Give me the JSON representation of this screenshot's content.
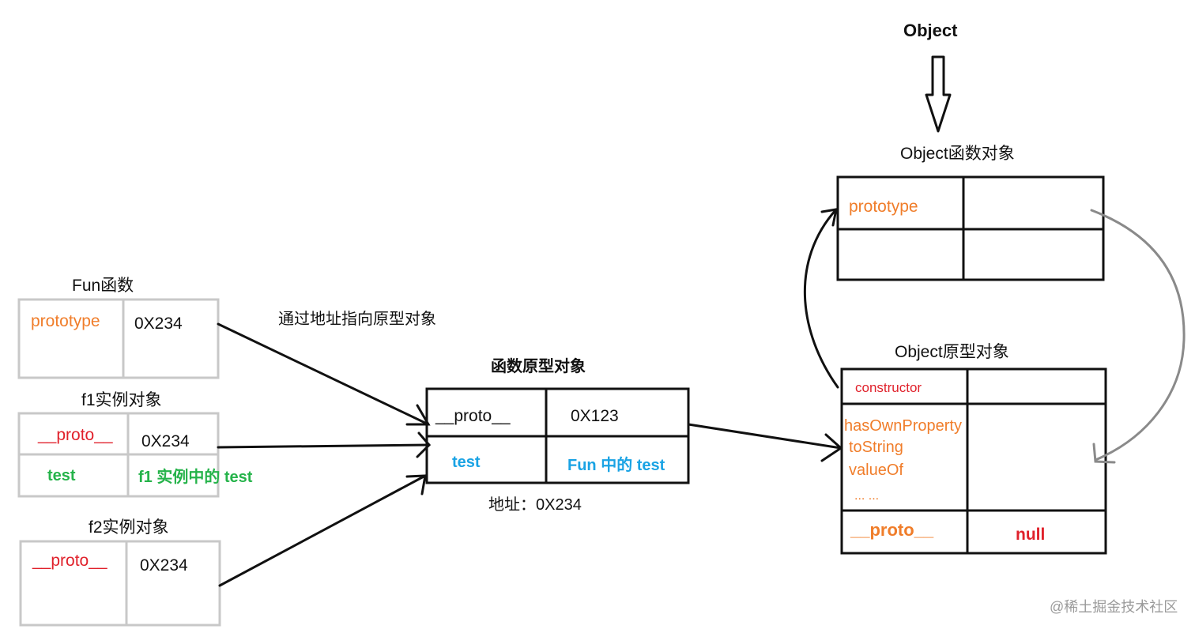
{
  "labels": {
    "object_top": "Object",
    "object_func_title": "Object函数对象",
    "object_func_prototype": "prototype",
    "fun_title": "Fun函数",
    "fun_prototype": "prototype",
    "fun_prototype_value": "0X234",
    "arrow_note": "通过地址指向原型对象",
    "f1_title": "f1实例对象",
    "f1_proto": "__proto__",
    "f1_proto_value": "0X234",
    "f1_test": "test",
    "f1_test_value": "f1 实例中的 test",
    "f2_title": "f2实例对象",
    "f2_proto": "__proto__",
    "f2_proto_value": "0X234",
    "fproto_title": "函数原型对象",
    "fproto_proto": "__proto__",
    "fproto_proto_value": "0X123",
    "fproto_test": "test",
    "fproto_test_value": "Fun 中的 test",
    "fproto_address": "地址：0X234",
    "oproto_title": "Object原型对象",
    "oproto_constructor": "constructor",
    "oproto_methods": [
      "hasOwnProperty",
      "toString",
      "valueOf",
      "... ..."
    ],
    "oproto_proto": "__proto__",
    "oproto_proto_value": "null",
    "watermark": "@稀土掘金技术社区"
  },
  "colors": {
    "orange": "#f07d2a",
    "red": "#e0212b",
    "green": "#25b34a",
    "blue": "#1aa3e4",
    "box_gray": "#c8c8c8",
    "box_black": "#111111",
    "curve_gray": "#8a8a8a"
  }
}
